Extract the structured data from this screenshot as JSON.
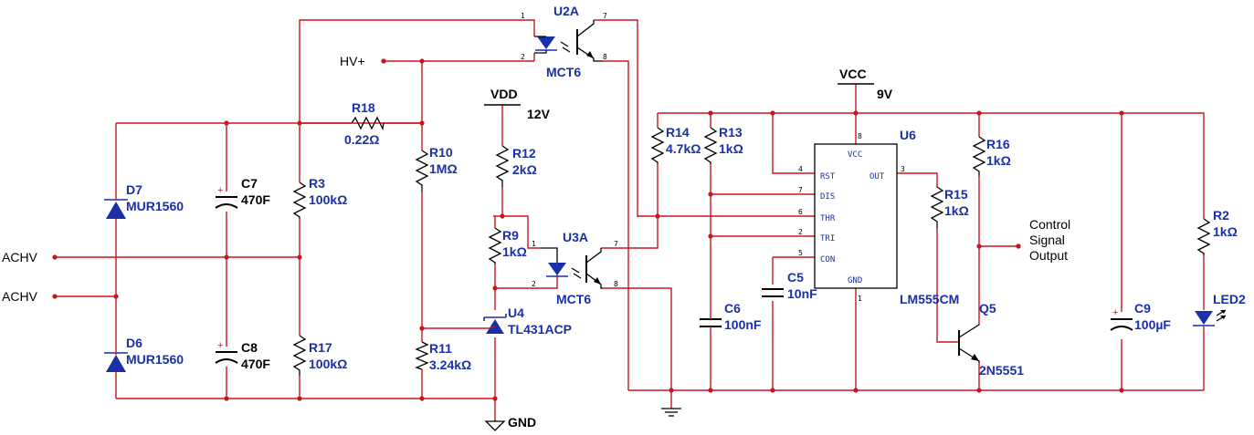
{
  "nets": {
    "achv1": "ACHV",
    "achv2": "ACHV",
    "hv": "HV+",
    "vdd": "VDD",
    "vdd_val": "12V",
    "vcc": "VCC",
    "vcc_val": "9V",
    "gnd": "GND",
    "control": [
      "Control",
      "Signal",
      "Output"
    ]
  },
  "components": {
    "D7": {
      "ref": "D7",
      "value": "MUR1560"
    },
    "D6": {
      "ref": "D6",
      "value": "MUR1560"
    },
    "C7": {
      "ref": "C7",
      "value": "470F"
    },
    "C8": {
      "ref": "C8",
      "value": "470F"
    },
    "R3": {
      "ref": "R3",
      "value": "100kΩ"
    },
    "R17": {
      "ref": "R17",
      "value": "100kΩ"
    },
    "R18": {
      "ref": "R18",
      "value": "0.22Ω"
    },
    "R10": {
      "ref": "R10",
      "value": "1MΩ"
    },
    "R11": {
      "ref": "R11",
      "value": "3.24kΩ"
    },
    "R12": {
      "ref": "R12",
      "value": "2kΩ"
    },
    "R9": {
      "ref": "R9",
      "value": "1kΩ"
    },
    "U4": {
      "ref": "U4",
      "value": "TL431ACP"
    },
    "U2A": {
      "ref": "U2A",
      "value": "MCT6"
    },
    "U3A": {
      "ref": "U3A",
      "value": "MCT6"
    },
    "R14": {
      "ref": "R14",
      "value": "4.7kΩ"
    },
    "R13": {
      "ref": "R13",
      "value": "1kΩ"
    },
    "C6": {
      "ref": "C6",
      "value": "100nF"
    },
    "C5": {
      "ref": "C5",
      "value": "10nF"
    },
    "U6": {
      "ref": "U6",
      "value": "LM555CM",
      "pins": {
        "vcc": "VCC",
        "rst": "RST",
        "out": "OUT",
        "dis": "DIS",
        "thr": "THR",
        "tri": "TRI",
        "con": "CON",
        "gnd": "GND"
      }
    },
    "R15": {
      "ref": "R15",
      "value": "1kΩ"
    },
    "R16": {
      "ref": "R16",
      "value": "1kΩ"
    },
    "Q5": {
      "ref": "Q5",
      "value": "2N5551"
    },
    "C9": {
      "ref": "C9",
      "value": "100µF"
    },
    "R2": {
      "ref": "R2",
      "value": "1kΩ"
    },
    "LED2": {
      "ref": "LED2"
    }
  },
  "pin_numbers": {
    "u2a_1": "1",
    "u2a_2": "2",
    "u2a_7": "7",
    "u2a_8": "8",
    "u3a_1": "1",
    "u3a_2": "2",
    "u3a_7": "7",
    "u3a_8": "8",
    "u6_8": "8",
    "u6_4": "4",
    "u6_7": "7",
    "u6_6": "6",
    "u6_2": "2",
    "u6_5": "5",
    "u6_1": "1",
    "u6_3": "3"
  },
  "colors": {
    "wire": "#c8161d",
    "label": "#1a2fa8",
    "symbol": "#000000"
  }
}
